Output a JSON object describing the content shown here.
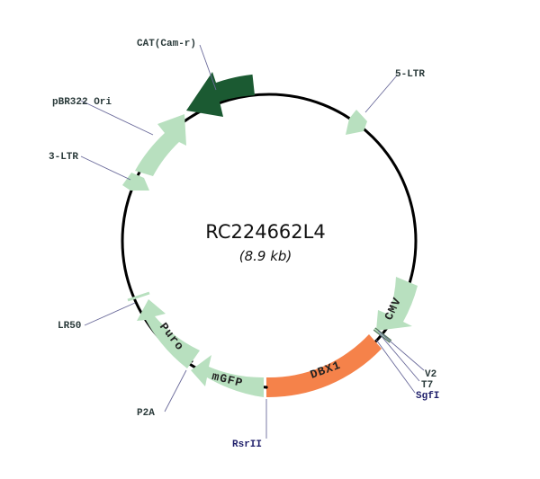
{
  "plasmid": {
    "name": "RC224662L4",
    "size": "(8.9 kb)"
  },
  "colors": {
    "backbone": "#000000",
    "light_feature": "#b8e0bf",
    "dark_feature": "#1b5a32",
    "insert": "#f5824a",
    "leader_line": "#6a6a9a",
    "label_text": "#2a3a3a",
    "site_text": "#1f1f6b"
  },
  "features": [
    {
      "id": "cat",
      "label": "CAT(Cam-r)",
      "type": "dark"
    },
    {
      "id": "five-ltr",
      "label": "5-LTR",
      "type": "light"
    },
    {
      "id": "cmv",
      "label": "CMV",
      "type": "light"
    },
    {
      "id": "dbx1",
      "label": "DBX1",
      "type": "insert"
    },
    {
      "id": "mgfp",
      "label": "mGFP",
      "type": "light"
    },
    {
      "id": "puro",
      "label": "Puro",
      "type": "light"
    },
    {
      "id": "three-ltr",
      "label": "3-LTR",
      "type": "light"
    },
    {
      "id": "pbr322-ori",
      "label": "pBR322 Ori",
      "type": "light"
    }
  ],
  "markers": [
    {
      "id": "v2",
      "label": "V2"
    },
    {
      "id": "t7",
      "label": "T7"
    },
    {
      "id": "sgfi",
      "label": "SgfI",
      "type": "site"
    },
    {
      "id": "rsrii",
      "label": "RsrII",
      "type": "site"
    },
    {
      "id": "p2a",
      "label": "P2A"
    },
    {
      "id": "lr50",
      "label": "LR50"
    }
  ],
  "labels": {
    "cat": "CAT(Cam-r)",
    "five_ltr": "5-LTR",
    "cmv": "CMV",
    "dbx1": "DBX1",
    "mgfp": "mGFP",
    "puro": "Puro",
    "three_ltr": "3-LTR",
    "pbr322_ori": "pBR322 Ori",
    "v2": "V2",
    "t7": "T7",
    "sgfi": "SgfI",
    "rsrii": "RsrII",
    "p2a": "P2A",
    "lr50": "LR50"
  }
}
